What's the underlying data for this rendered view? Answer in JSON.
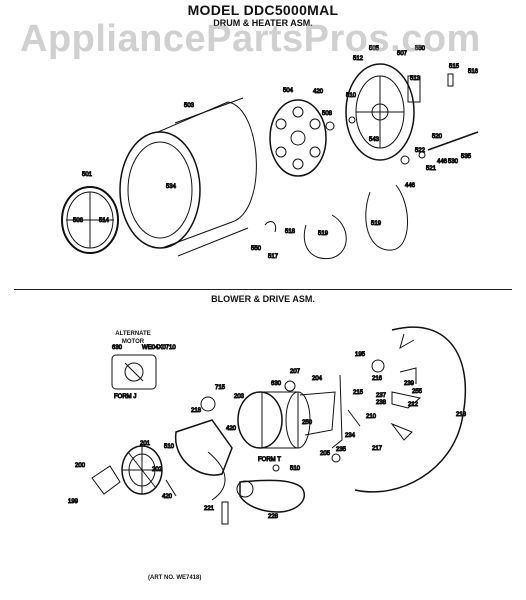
{
  "header": {
    "model_title": "MODEL DDC5000MAL",
    "subtitle": "DRUM & HEATER ASM."
  },
  "watermark": {
    "text": "AppliancePartsPros.com"
  },
  "sections": {
    "blower_title": "BLOWER & DRIVE ASM."
  },
  "labels": {
    "alternate_motor": "ALTERNATE MOTOR",
    "form_j": "FORM J",
    "form_t": "FORM T",
    "we04x0710": "WE04X0710"
  },
  "part_numbers": {
    "p501": "501",
    "p503": "503",
    "p504": "504",
    "p505": "505",
    "p507": "507",
    "p550a": "550",
    "p512": "512",
    "p513": "513",
    "p515": "515",
    "p516": "516",
    "p420a": "420",
    "p508": "508",
    "p510": "510",
    "p543": "543",
    "p520": "520",
    "p522": "522",
    "p446a": "446",
    "p530": "530",
    "p535": "535",
    "p521": "521",
    "p446b": "446",
    "p534": "534",
    "p506": "506",
    "p514": "514",
    "p518": "518",
    "p550b": "550",
    "p517": "517",
    "p519a": "519",
    "p519b": "519",
    "p630a": "630",
    "p195": "195",
    "p216": "216",
    "p215": "215",
    "p237": "237",
    "p239": "239",
    "p255": "255",
    "p238": "238",
    "p212": "212",
    "p210": "210",
    "p213": "213",
    "p217": "217",
    "p207": "207",
    "p204": "204",
    "p715": "715",
    "p630b": "630",
    "p203": "203",
    "p218": "218",
    "p420b": "420",
    "p250": "250",
    "p234": "234",
    "p201": "201",
    "p510b": "510",
    "p205": "205",
    "p235": "235",
    "p200": "200",
    "p202": "202",
    "p510c": "510",
    "p199": "199",
    "p420c": "420",
    "p221": "221",
    "p228": "228"
  },
  "footer": {
    "art_no": "(ART NO. WE7418)"
  }
}
